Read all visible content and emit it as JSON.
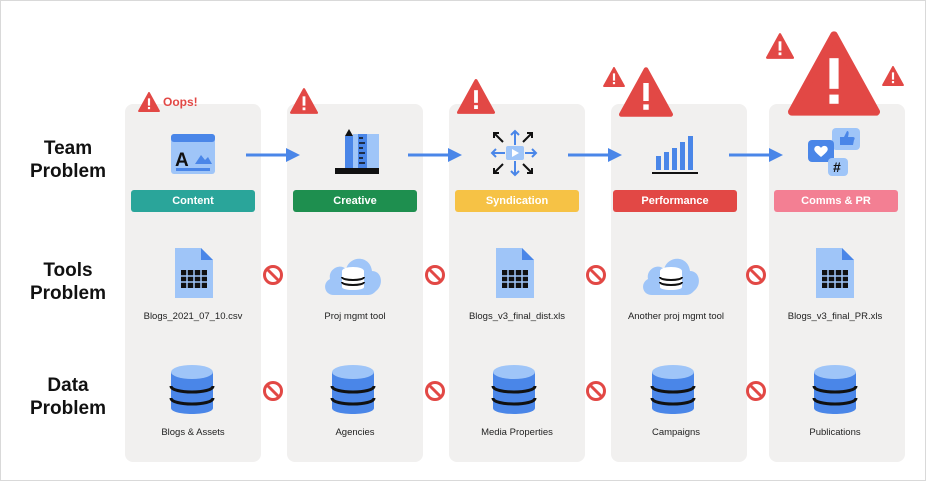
{
  "rows": {
    "team": "Team\nProblem",
    "tools": "Tools\nProblem",
    "data": "Data\nProblem"
  },
  "oops": "Oops!",
  "stages": [
    {
      "label": "Content",
      "color": "#2aa59a",
      "team_icon": "article-icon",
      "tool": "Blogs_2021_07_10.csv",
      "tool_icon": "spreadsheet-icon",
      "data": "Blogs & Assets"
    },
    {
      "label": "Creative",
      "color": "#1e8f4f",
      "team_icon": "design-tools-icon",
      "tool": "Proj mgmt tool",
      "tool_icon": "cloud-database-icon",
      "data": "Agencies"
    },
    {
      "label": "Syndication",
      "color": "#f6c245",
      "team_icon": "syndication-icon",
      "tool": "Blogs_v3_final_dist.xls",
      "tool_icon": "spreadsheet-icon",
      "data": "Media Properties"
    },
    {
      "label": "Performance",
      "color": "#e24845",
      "team_icon": "bar-chart-icon",
      "tool": "Another proj mgmt tool",
      "tool_icon": "cloud-database-icon",
      "data": "Campaigns"
    },
    {
      "label": "Comms & PR",
      "color": "#f37f93",
      "team_icon": "social-icon",
      "tool": "Blogs_v3_final_PR.xls",
      "tool_icon": "spreadsheet-icon",
      "data": "Publications"
    }
  ],
  "colors": {
    "accent_blue": "#4a86e8",
    "warning_red": "#e24845",
    "icon_blue": "#9fc5f8",
    "column_bg": "#f1f0ef"
  }
}
